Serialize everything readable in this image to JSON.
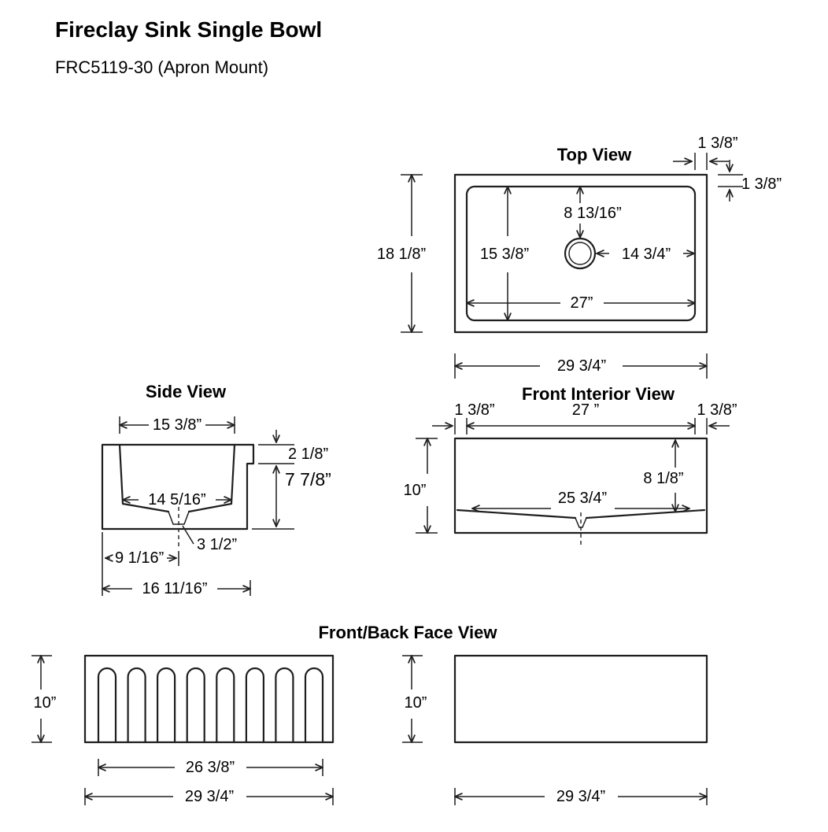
{
  "doc": {
    "title": "Fireclay Sink Single Bowl",
    "subtitle": "FRC5119-30 (Apron Mount)"
  },
  "top_view": {
    "label": "Top View",
    "dims": {
      "lip_top": "1 3/8”",
      "lip_right": "1 3/8”",
      "overall_depth": "18 1/8”",
      "interior_depth": "15 3/8”",
      "drain_from_back": "8 13/16”",
      "drain_to_side": "14 3/4”",
      "interior_width": "27”",
      "overall_width": "29 3/4”"
    }
  },
  "side_view": {
    "label": "Side View",
    "dims": {
      "interior_top": "15 3/8”",
      "rim": "2 1/8”",
      "body": "7 7/8”",
      "interior_bottom": "14 5/16”",
      "drain": "3 1/2”",
      "drain_center": "9 1/16”",
      "overall_bottom": "16 11/16”"
    }
  },
  "front_interior_view": {
    "label": "Front Interior View",
    "dims": {
      "lip_left": "1 3/8”",
      "interior_width": "27 ”",
      "lip_right": "1 3/8”",
      "height": "10”",
      "interior_depth": "8 1/8”",
      "interior_bottom": "25 3/4”"
    }
  },
  "face_view": {
    "label": "Front/Back Face View",
    "front_face": {
      "height": "10”",
      "flute_span": "26 3/8”",
      "width": "29 3/4”"
    },
    "back_face": {
      "height": "10”",
      "width": "29 3/4”"
    }
  },
  "colors": {
    "line": "#1e1e1e",
    "text": "#000000",
    "background": "#ffffff"
  }
}
